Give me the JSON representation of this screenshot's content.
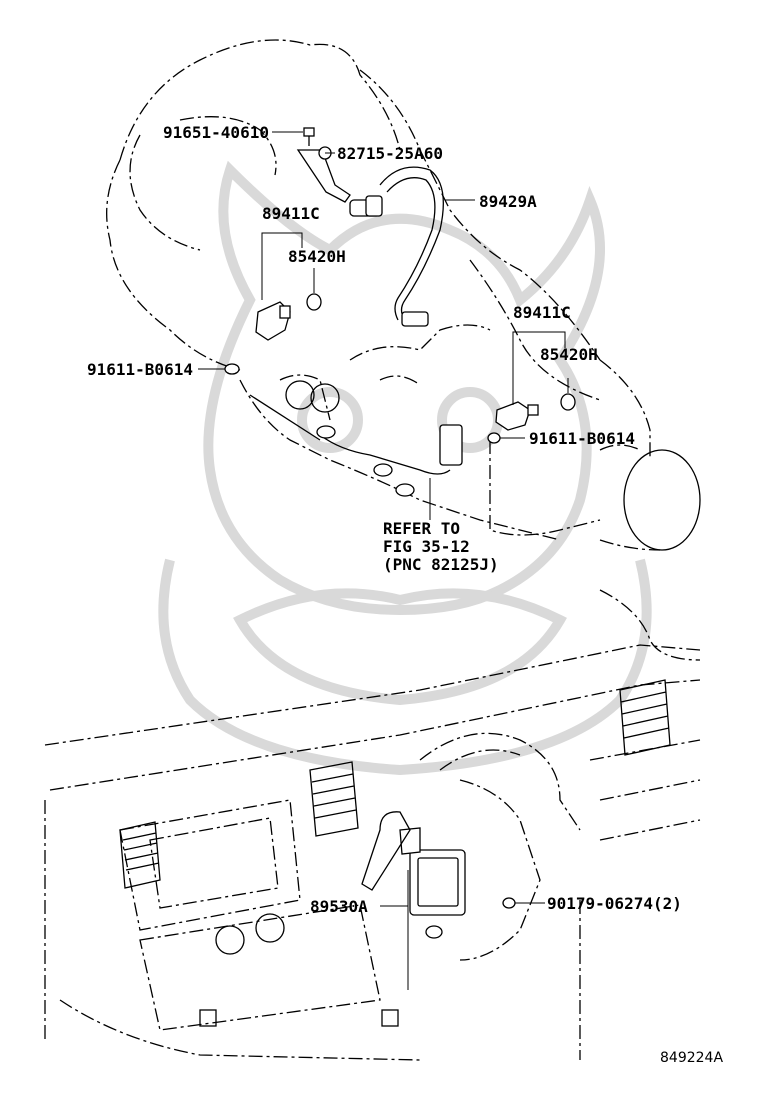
{
  "diagram": {
    "labels": {
      "bolt_top": "91651-40610",
      "bracket": "82715-25A60",
      "sensor_upper": "89411C",
      "oring_upper": "85420H",
      "harness": "89429A",
      "bolt_left": "91611-B0614",
      "sensor_right": "89411C",
      "oring_right": "85420H",
      "bolt_right": "91611-B0614",
      "refer_line1": "REFER TO",
      "refer_line2": "FIG 35-12",
      "refer_line3": "(PNC 82125J)",
      "ecu": "89530A",
      "screw": "90179-06274(2)",
      "figure_id": "849224A"
    }
  }
}
